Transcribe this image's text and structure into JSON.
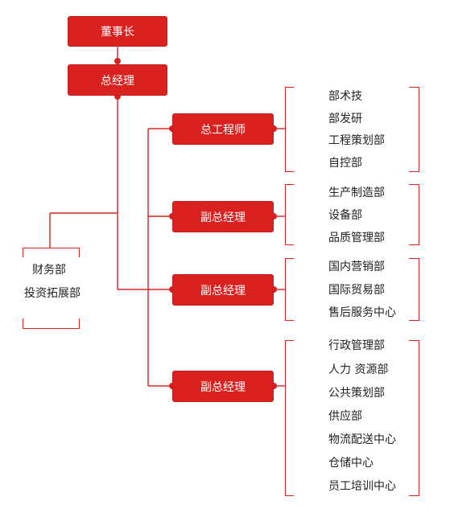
{
  "chairman": "董事长",
  "general_manager": "总经理",
  "staff_departments": [
    "财务部",
    "投资拓展部"
  ],
  "groups": [
    {
      "title": "总工程师",
      "departments": [
        "部术技",
        "部发研",
        "工程策划部",
        "自控部"
      ]
    },
    {
      "title": "副总经理",
      "departments": [
        "生产制造部",
        "设备部",
        "品质管理部"
      ]
    },
    {
      "title": "副总经理",
      "departments": [
        "国内营销部",
        "国际贸易部",
        "售后服务中心"
      ]
    },
    {
      "title": "副总经理",
      "departments": [
        "行政管理部",
        "人力 资源部",
        "公共策划部",
        "供应部",
        "物流配送中心",
        "仓储中心",
        "员工培训中心"
      ]
    }
  ],
  "colors": {
    "accent": "#d9211f",
    "text": "#222222"
  }
}
